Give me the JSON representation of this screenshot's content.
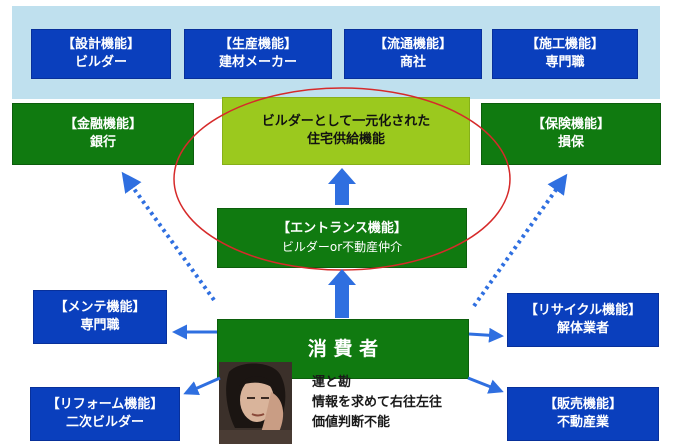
{
  "top_row": [
    {
      "title": "【設計機能】",
      "sub": "ビルダー"
    },
    {
      "title": "【生産機能】",
      "sub": "建材メーカー"
    },
    {
      "title": "【流通機能】",
      "sub": "商社"
    },
    {
      "title": "【施工機能】",
      "sub": "専門職"
    }
  ],
  "finance": {
    "title": "【金融機能】",
    "sub": "銀行"
  },
  "insurance": {
    "title": "【保険機能】",
    "sub": "損保"
  },
  "center": {
    "line1": "ビルダーとして一元化された",
    "line2": "住宅供給機能"
  },
  "entrance": {
    "title": "【エントランス機能】",
    "sub": "ビルダーor不動産仲介"
  },
  "consumer": {
    "label": "消 費 者"
  },
  "maintenance": {
    "title": "【メンテ機能】",
    "sub": "専門職"
  },
  "recycle": {
    "title": "【リサイクル機能】",
    "sub": "解体業者"
  },
  "reform": {
    "title": "【リフォーム機能】",
    "sub": "二次ビルダー"
  },
  "sales": {
    "title": "【販売機能】",
    "sub": "不動産業"
  },
  "caption": {
    "line1": "運と勘",
    "line2": "情報を求めて右往左往",
    "line3": "価値判断不能"
  },
  "colors": {
    "blue": "#0a3fbd",
    "green": "#107a10",
    "lime": "#9bc91e",
    "band": "#bfe0ee",
    "arrow": "#2f6fe0",
    "ellipse": "#d62a2a"
  }
}
